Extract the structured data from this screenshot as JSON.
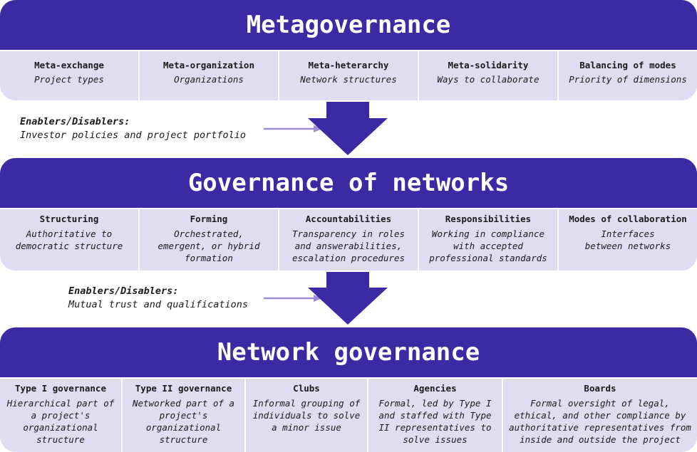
{
  "colors": {
    "band": "#3b2aa3",
    "panel": "#e0dcf2",
    "connector": "#9f8cd8"
  },
  "levels": [
    {
      "title": "Metagovernance",
      "cells": [
        {
          "heading": "Meta-exchange",
          "desc": "Project types"
        },
        {
          "heading": "Meta-organization",
          "desc": "Organizations"
        },
        {
          "heading": "Meta-heterarchy",
          "desc": "Network structures"
        },
        {
          "heading": "Meta-solidarity",
          "desc": "Ways to collaborate"
        },
        {
          "heading": "Balancing of modes",
          "desc": "Priority of dimensions"
        }
      ]
    },
    {
      "title": "Governance of networks",
      "cells": [
        {
          "heading": "Structuring",
          "desc": "Authoritative to democratic structure"
        },
        {
          "heading": "Forming",
          "desc": "Orchestrated, emergent, or hybrid formation"
        },
        {
          "heading": "Accountabilities",
          "desc": "Transparency in roles and answerabilities, escalation procedures"
        },
        {
          "heading": "Responsibilities",
          "desc": "Working in compliance with accepted professional standards"
        },
        {
          "heading": "Modes of collaboration",
          "desc": "Interfaces between networks"
        }
      ]
    },
    {
      "title": "Network governance",
      "cells": [
        {
          "heading": "Type I governance",
          "desc": "Hierarchical part of a project's organizational structure"
        },
        {
          "heading": "Type II governance",
          "desc": "Networked part of a project's organizational structure"
        },
        {
          "heading": "Clubs",
          "desc": "Informal grouping of individuals to solve a minor issue"
        },
        {
          "heading": "Agencies",
          "desc": "Formal, led by Type I and staffed with Type II representatives to solve issues"
        },
        {
          "heading": "Boards",
          "desc": "Formal oversight of legal, ethical, and other compliance by authoritative representatives from inside and outside the project"
        }
      ]
    }
  ],
  "enablers": [
    {
      "label": "Enablers/Disablers:",
      "text": "Investor policies and project portfolio"
    },
    {
      "label": "Enablers/Disablers:",
      "text": "Mutual trust and qualifications"
    }
  ]
}
